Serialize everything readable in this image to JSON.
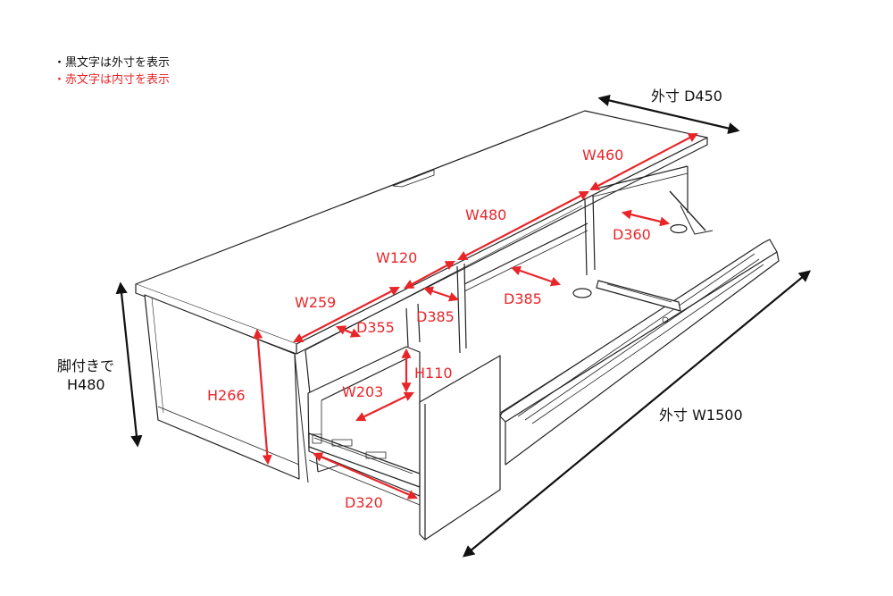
{
  "legend": {
    "black_note": "・黒文字は外寸を表示",
    "red_note": "・赤文字は内寸を表示"
  },
  "colors": {
    "outer": "#111111",
    "inner": "#e8262a",
    "line": "#222222"
  },
  "outer_dims": {
    "depth": "外寸 D450",
    "width": "外寸 W1500",
    "height_line1": "脚付きで",
    "height_line2": "H480"
  },
  "inner_dims": {
    "w460": "W460",
    "w480": "W480",
    "w120": "W120",
    "w259": "W259",
    "d360": "D360",
    "d385_left": "D385",
    "d385_right": "D385",
    "d355": "D355",
    "h110": "H110",
    "w203": "W203",
    "h266": "H266",
    "d320": "D320"
  }
}
